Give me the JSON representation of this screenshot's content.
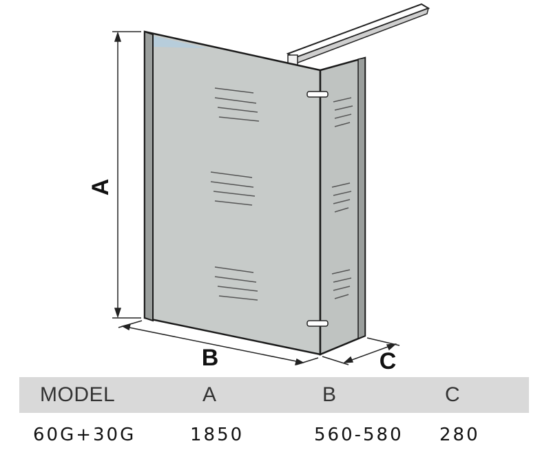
{
  "diagram": {
    "dimension_labels": {
      "a": "A",
      "b": "B",
      "c": "C"
    }
  },
  "table": {
    "headers": [
      "MODEL",
      "A",
      "B",
      "C"
    ],
    "rows": [
      [
        "60G+30G",
        "1850",
        "560-580",
        "280"
      ]
    ]
  }
}
